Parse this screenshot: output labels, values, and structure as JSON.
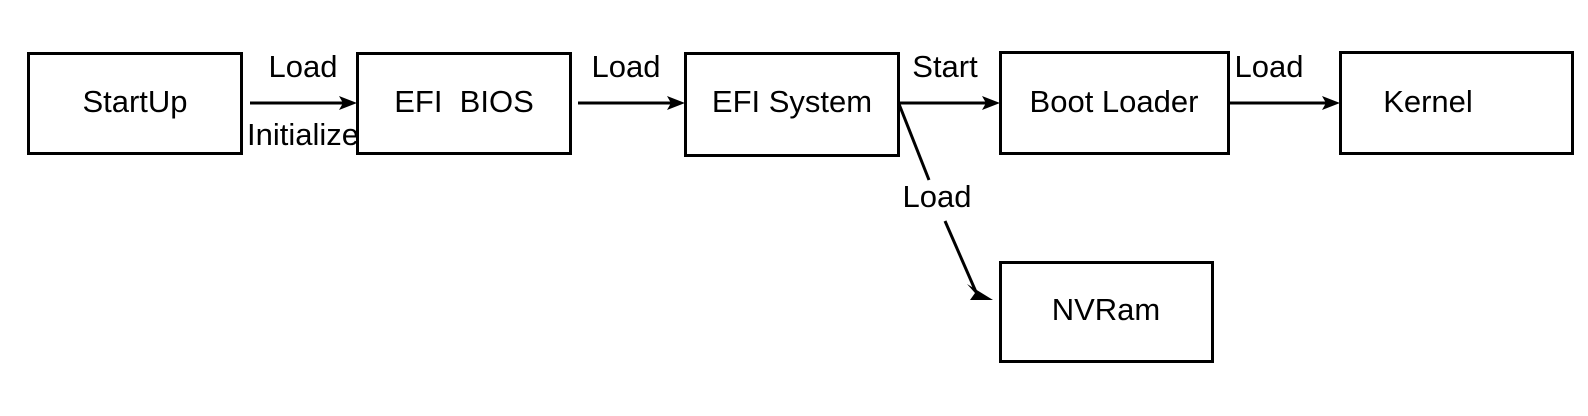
{
  "diagram": {
    "title": "EFI boot sequence flow diagram",
    "background_color": "#ffffff",
    "stroke_color": "#000000",
    "nodes": [
      {
        "id": "startup",
        "label": "StartUp"
      },
      {
        "id": "efi_bios",
        "label": "EFI  BIOS"
      },
      {
        "id": "efi_system",
        "label": "EFI System"
      },
      {
        "id": "boot_loader",
        "label": "Boot Loader"
      },
      {
        "id": "kernel",
        "label": "Kernel"
      },
      {
        "id": "nvram",
        "label": "NVRam"
      }
    ],
    "edges": [
      {
        "id": "startup-to-efibios-load",
        "from": "startup",
        "to": "efi_bios",
        "label": "Load"
      },
      {
        "id": "startup-to-efibios-initialize",
        "from": "startup",
        "to": "efi_bios",
        "label": "Initialize"
      },
      {
        "id": "efibios-to-efisystem",
        "from": "efi_bios",
        "to": "efi_system",
        "label": "Load"
      },
      {
        "id": "efisystem-to-bootloader",
        "from": "efi_system",
        "to": "boot_loader",
        "label": "Start"
      },
      {
        "id": "efisystem-to-nvram",
        "from": "efi_system",
        "to": "nvram",
        "label": "Load"
      },
      {
        "id": "bootloader-to-kernel",
        "from": "boot_loader",
        "to": "kernel",
        "label": "Load"
      }
    ]
  }
}
